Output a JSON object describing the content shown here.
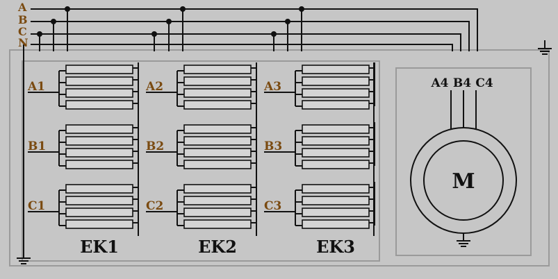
{
  "bus_labels": [
    "A",
    "B",
    "C",
    "N"
  ],
  "banks": [
    {
      "name": "EK1",
      "phases": [
        "A1",
        "B1",
        "C1"
      ]
    },
    {
      "name": "EK2",
      "phases": [
        "A2",
        "B2",
        "C2"
      ]
    },
    {
      "name": "EK3",
      "phases": [
        "A3",
        "B3",
        "C3"
      ]
    }
  ],
  "motor": {
    "symbol": "M",
    "terminals": [
      "A4",
      "B4",
      "C4"
    ]
  },
  "colors": {
    "background": "#c6c6c6",
    "line": "#111111",
    "label": "#7a4a10",
    "panel_border": "#9a9a9a",
    "element_fill": "#d4d4d4"
  },
  "icons": [
    "ground-icon"
  ]
}
